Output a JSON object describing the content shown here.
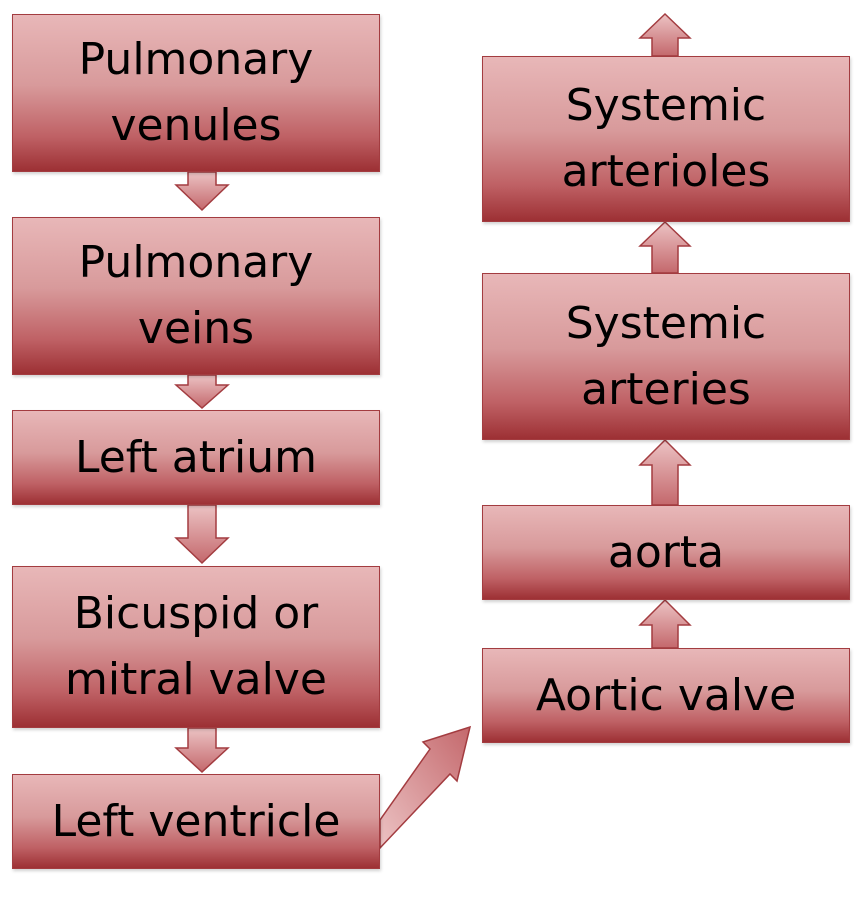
{
  "nodes": {
    "pulmonary_venules": [
      "Pulmonary",
      "venules"
    ],
    "pulmonary_veins": [
      "Pulmonary",
      "veins"
    ],
    "left_atrium": [
      "Left atrium"
    ],
    "bicuspid_valve": [
      "Bicuspid or",
      "mitral valve"
    ],
    "left_ventricle": [
      "Left ventricle"
    ],
    "aortic_valve": [
      "Aortic valve"
    ],
    "aorta": [
      "aorta"
    ],
    "systemic_arteries": [
      "Systemic",
      "arteries"
    ],
    "systemic_arterioles": [
      "Systemic",
      "arterioles"
    ]
  },
  "colors": {
    "box_top": "#e8b7b8",
    "box_bottom": "#9d3034",
    "border": "#a33c40",
    "arrow_fill_top": "#ecc3c4",
    "arrow_fill_bottom": "#c4686c"
  }
}
